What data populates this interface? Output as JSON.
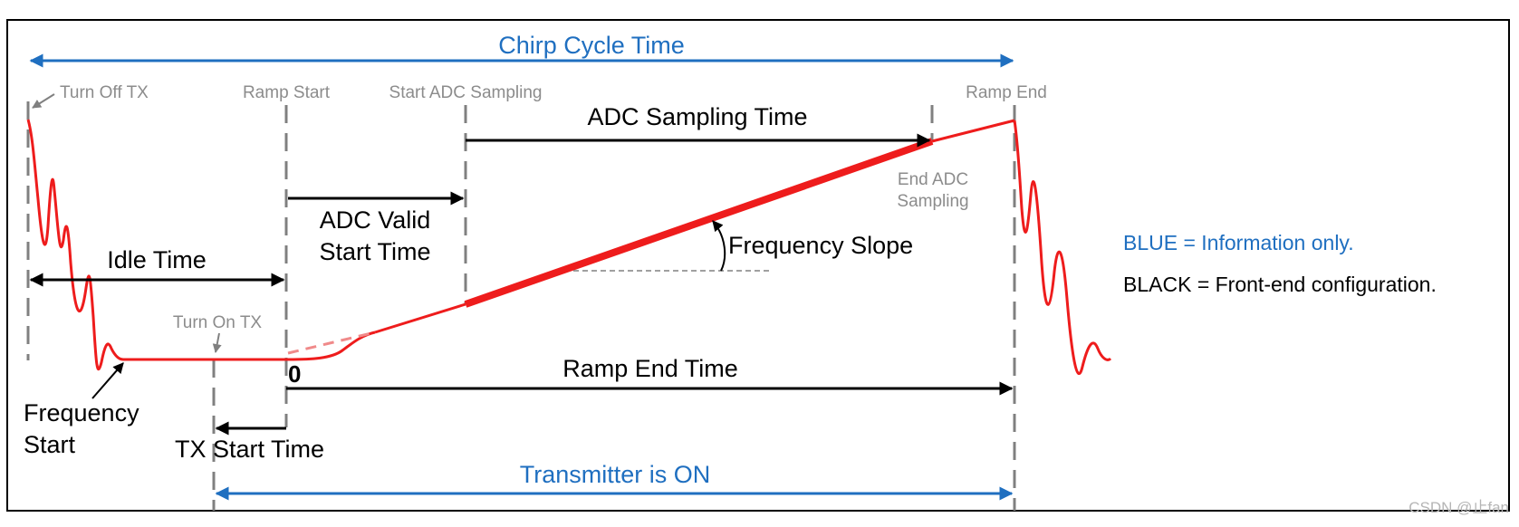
{
  "labels": {
    "chirp_cycle_time": "Chirp Cycle Time",
    "turn_off_tx": "Turn Off TX",
    "ramp_start": "Ramp Start",
    "start_adc_sampling": "Start ADC Sampling",
    "ramp_end": "Ramp End",
    "adc_sampling_time": "ADC Sampling Time",
    "end_adc_line1": "End ADC",
    "end_adc_line2": "Sampling",
    "adc_valid_line1": "ADC Valid",
    "adc_valid_line2": "Start Time",
    "frequency_slope": "Frequency Slope",
    "idle_time": "Idle Time",
    "turn_on_tx": "Turn On TX",
    "zero": "0",
    "ramp_end_time": "Ramp End Time",
    "frequency_start_line1": "Frequency",
    "frequency_start_line2": "Start",
    "tx_start_time": "TX Start Time",
    "transmitter_is_on": "Transmitter is ON"
  },
  "legend": {
    "blue": "BLUE = Information only.",
    "black": "BLACK = Front-end configuration."
  },
  "watermark": "CSDN @止fan",
  "colors": {
    "information": "#1f6fc0",
    "configuration": "#000000",
    "signal": "#ee1c1c",
    "marker": "#808080"
  }
}
